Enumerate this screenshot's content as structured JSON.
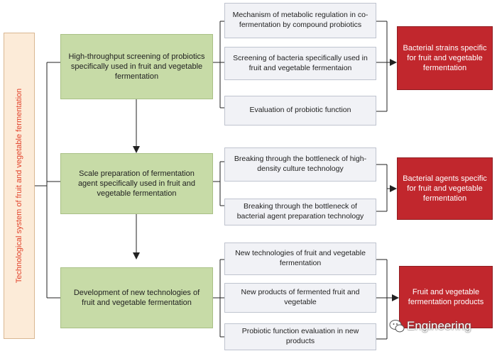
{
  "system": {
    "label": "Technological system of fruit and vegetable fermentation"
  },
  "stages": [
    {
      "label": "High-throughput screening of probiotics specifically used in fruit and vegetable fermentation",
      "tasks": [
        "Mechanism of metabolic regulation in co-fermentation by compound probiotics",
        "Screening of bacteria specifically used in fruit and vegetable fermentaion",
        "Evaluation of probiotic function"
      ],
      "output": "Bacterial strains specific for fruit and vegetable fermentation"
    },
    {
      "label": "Scale preparation of fermentation agent specifically used in fruit and vegetable fermentation",
      "tasks": [
        "Breaking through the bottleneck of high-density culture technology",
        "Breaking through the bottleneck of bacterial agent preparation technology"
      ],
      "output": "Bacterial agents specific for fruit and vegetable fermentation"
    },
    {
      "label": "Development of new technologies of fruit and vegetable fermentation",
      "tasks": [
        "New technologies of fruit and vegetable fermentation",
        "New products of fermented fruit and vegetable",
        "Probiotic function evaluation in new products"
      ],
      "output": "Fruit and vegetable fermentation products"
    }
  ],
  "watermark": {
    "text": "Engineering"
  },
  "colors": {
    "stage_fill": "#c7dba7",
    "task_fill": "#f1f2f6",
    "output_fill": "#c1272d",
    "system_fill": "#fcebd8",
    "system_text": "#e2432b",
    "connector": "#222222"
  }
}
